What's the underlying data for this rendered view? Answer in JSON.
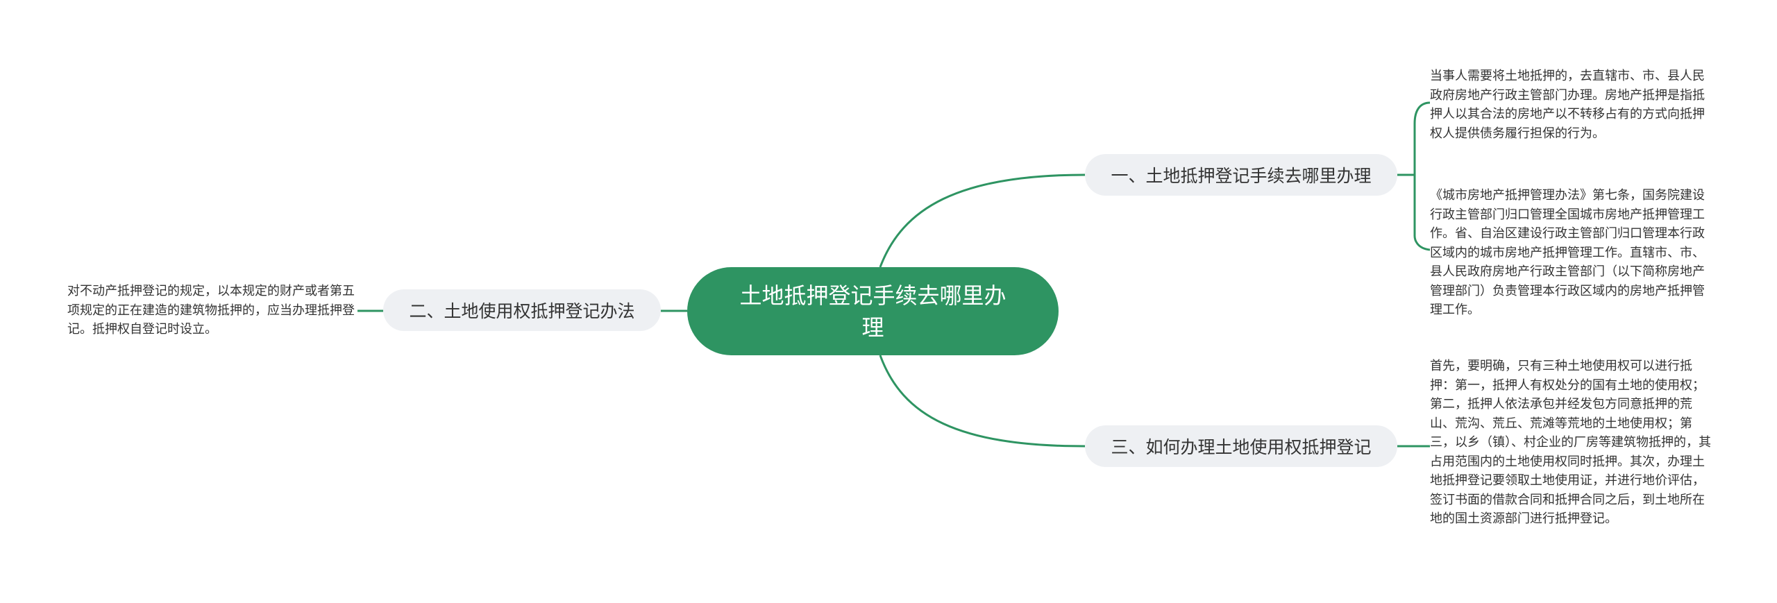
{
  "diagram": {
    "root": {
      "text": "土地抵押登记手续去哪里办理"
    },
    "branches": [
      {
        "text": "一、土地抵押登记手续去哪里办理",
        "leaves": [
          "当事人需要将土地抵押的，去直辖市、市、县人民政府房地产行政主管部门办理。房地产抵押是指抵押人以其合法的房地产以不转移占有的方式向抵押权人提供债务履行担保的行为。",
          "《城市房地产抵押管理办法》第七条，国务院建设行政主管部门归口管理全国城市房地产抵押管理工作。省、自治区建设行政主管部门归口管理本行政区域内的城市房地产抵押管理工作。直辖市、市、县人民政府房地产行政主管部门（以下简称房地产管理部门）负责管理本行政区域内的房地产抵押管理工作。"
        ]
      },
      {
        "text": "二、土地使用权抵押登记办法",
        "leaves": [
          "对不动产抵押登记的规定，以本规定的财产或者第五项规定的正在建造的建筑物抵押的，应当办理抵押登记。抵押权自登记时设立。"
        ]
      },
      {
        "text": "三、如何办理土地使用权抵押登记",
        "leaves": [
          "首先，要明确，只有三种土地使用权可以进行抵押：第一，抵押人有权处分的国有土地的使用权；第二，抵押人依法承包并经发包方同意抵押的荒山、荒沟、荒丘、荒滩等荒地的土地使用权；第三，以乡（镇）、村企业的厂房等建筑物抵押的，其占用范围内的土地使用权同时抵押。其次，办理土地抵押登记要领取土地使用证，并进行地价评估，签订书面的借款合同和抵押合同之后，到土地所在地的国土资源部门进行抵押登记。"
        ]
      }
    ]
  },
  "colors": {
    "accent": "#2e9462",
    "root_text": "#ffffff",
    "branch_bg": "#eef0f3",
    "text": "#333333"
  }
}
